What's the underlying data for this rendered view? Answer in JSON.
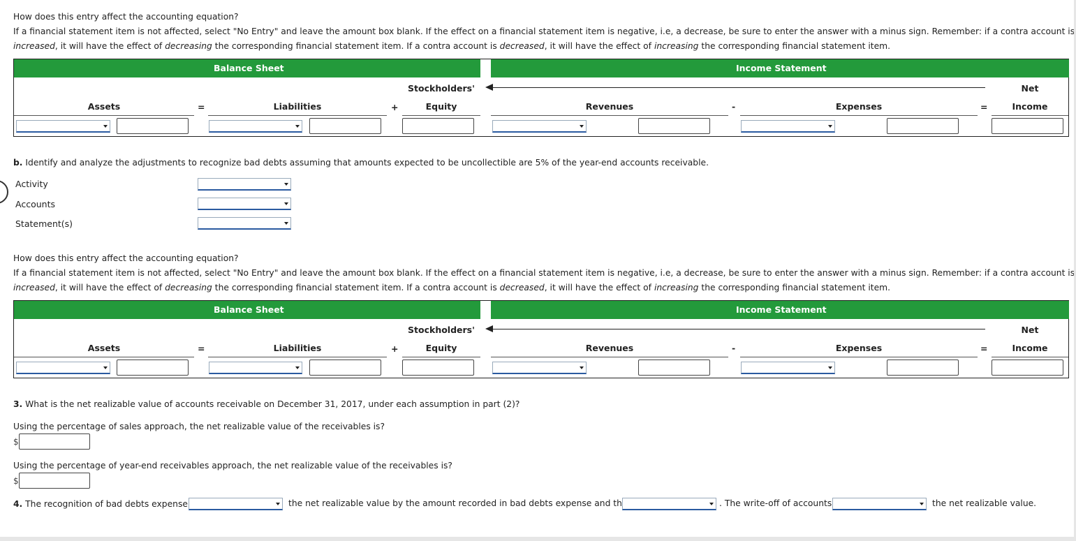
{
  "section_a": {
    "question": "How does this entry affect the accounting equation?",
    "instr_1": "If a financial statement item is not affected, select \"No Entry\" and leave the amount box blank. If the effect on a financial statement item is negative, i.e, a decrease, be sure to enter the answer with a minus sign. Remember: if a contra account is",
    "instr_2a": "increased",
    "instr_2b": ", it will have the effect of ",
    "instr_2c": "decreasing",
    "instr_2d": " the corresponding financial statement item. If a contra account is ",
    "instr_2e": "decreased",
    "instr_2f": ", it will have the effect of ",
    "instr_2g": "increasing",
    "instr_2h": " the corresponding financial statement item."
  },
  "table": {
    "balance_sheet": "Balance Sheet",
    "income_statement": "Income Statement",
    "assets": "Assets",
    "equals": "=",
    "liabilities": "Liabilities",
    "plus": "+",
    "stockholders": "Stockholders'",
    "equity": "Equity",
    "revenues": "Revenues",
    "minus": "-",
    "expenses": "Expenses",
    "net": "Net",
    "income": "Income"
  },
  "part_b": {
    "prefix": "b.",
    "text": " Identify and analyze the adjustments to recognize bad debts assuming that amounts expected to be uncollectible are 5% of the year-end accounts receivable.",
    "activity_label": "Activity",
    "accounts_label": "Accounts",
    "statements_label": "Statement(s)"
  },
  "part_3": {
    "prefix": "3.",
    "text": " What is the net realizable value of accounts receivable on December 31, 2017, under each assumption in part (2)?",
    "sales_approach": "Using the percentage of sales approach, the net realizable value of the receivables is?",
    "receivables_approach": "Using the percentage of year-end receivables approach, the net realizable value of the receivables is?",
    "currency": "$"
  },
  "part_4": {
    "prefix": "4.",
    "text1": " The recognition of bad debts expense",
    "text2": "the net realizable value by the amount recorded in bad debts expense and the",
    "text3": ". The write-off of accounts",
    "text4": "the net realizable value."
  }
}
